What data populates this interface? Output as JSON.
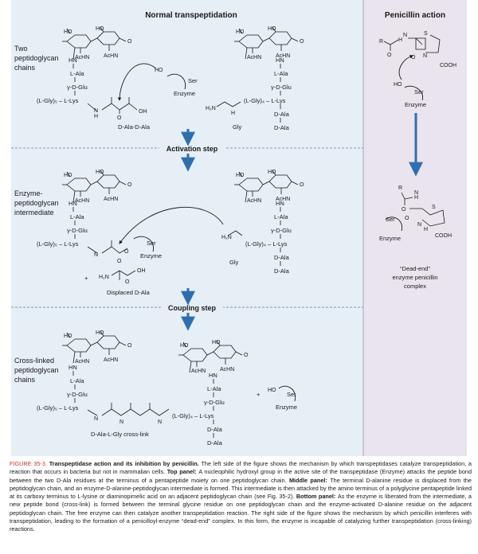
{
  "colors": {
    "left_panel_bg": "#e6eef6",
    "right_panel_bg": "#eae4ee",
    "arrow_blue": "#2f6fb0",
    "caption_title_red": "#c0392b"
  },
  "panels": {
    "left_title": "Normal transpeptidation",
    "right_title": "Penicillin action"
  },
  "steps": {
    "activation": "Activation step",
    "coupling": "Coupling step"
  },
  "side_labels": {
    "two_chains": [
      "Two",
      "peptidoglycan",
      "chains"
    ],
    "intermediate": [
      "Enzyme-",
      "peptidoglycan",
      "intermediate"
    ],
    "crosslinked": [
      "Cross-linked",
      "peptidoglycan",
      "chains"
    ]
  },
  "chem": {
    "ho": "HO",
    "acnh": "AcHN",
    "o": "O",
    "oh": "OH",
    "hn": "HN",
    "h": "H",
    "n": "N",
    "s": "S",
    "r": "R",
    "cooh": "COOH",
    "h2n": "H₂N",
    "ser": "Ser",
    "enzyme": "Enzyme",
    "plus": "+",
    "l_ala": "L-Ala",
    "gamma_d_glu": "γ-D-Glu",
    "l_gly5_l_lys": "(L-Gly)₅ – L-Lys",
    "l_gly4_l_lys": "(L-Gly)₄ – L-Lys",
    "l_gly_l_lys": "(L-Gly)₅ – L-Lys",
    "d_ala": "D-Ala",
    "d_ala_d_ala": "D-Ala-D-Ala",
    "gly": "Gly",
    "displaced": "Displaced D-Ala",
    "crosslink": "D-Ala-L-Gly cross-link",
    "dead_end": [
      "“Dead-end”",
      "enzyme penicillin",
      "complex"
    ]
  },
  "caption": {
    "title": "FIGURE 35-3.",
    "bold_heading": "Transpeptidase action and its inhibition by penicillin.",
    "text1": "The left side of the figure shows the mechanism by which transpeptidases catalyze transpeptidation, a reaction that occurs in bacteria but not in mammalian cells.",
    "top_label": "Top panel:",
    "text2": "A nucleophilic hydroxyl group in the active site of the transpeptidase (Enzyme) attacks the peptide bond between the two D-Ala residues at the terminus of a pentapeptide moiety on one peptidoglycan chain.",
    "middle_label": "Middle panel:",
    "text3": "The terminal D-alanine residue is displaced from the peptidoglycan chain, and an enzyme-D-alanine-peptidoglycan intermediate is formed. This intermediate is then attacked by the amino terminus of a polyglycine pentapeptide linked at its carboxy terminus to L-lysine or diaminopimelic acid on an adjacent peptidoglycan chain (see Fig. 35-2).",
    "bottom_label": "Bottom panel:",
    "text4": "As the enzyme is liberated from the intermediate, a new peptide bond (cross-link) is formed between the terminal glycine residue on one peptidoglycan chain and the enzyme-activated D-alanine residue on the adjacent peptidoglycan chain. The free enzyme can then catalyze another transpeptidation reaction. The right side of the figure shows the mechanism by which penicillin interferes with transpeptidation, leading to the formation of a penicilloyl-enzyme “dead-end” complex. In this form, the enzyme is incapable of catalyzing further transpeptidation (cross-linking) reactions."
  }
}
